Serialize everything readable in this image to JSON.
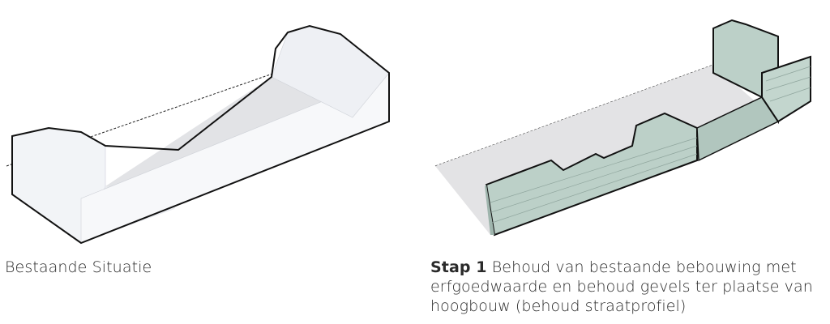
{
  "diagrams": [
    {
      "caption": "Bestaande Situatie"
    },
    {
      "caption_bold": "Stap 1",
      "caption": "Behoud van bestaande bebouwing met erfgoedwaarde en behoud gevels ter plaatse van hoogbouw (behoud straatprofiel)"
    }
  ],
  "colors": {
    "existing": "#eef0f4",
    "new": "#b9cec6",
    "site": "#e3e3e5",
    "outline": "#111111"
  }
}
